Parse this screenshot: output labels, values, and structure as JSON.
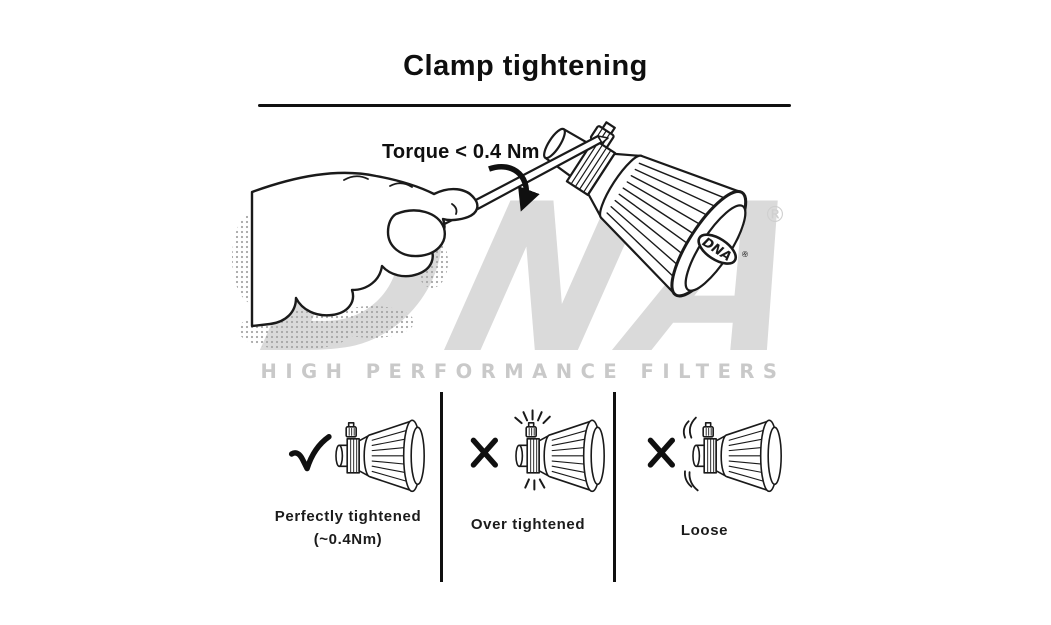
{
  "title": "Clamp tightening",
  "instruction": {
    "torque_label": "Torque < 0.4 Nm"
  },
  "watermark": {
    "logo_text": "DNA",
    "registered": "®",
    "tagline": "HIGH PERFORMANCE FILTERS"
  },
  "filter_cap_logo": {
    "text": "DNA",
    "registered": "®"
  },
  "panels": [
    {
      "mark": "check",
      "label_line1": "Perfectly tightened",
      "label_line2": "(~0.4Nm)"
    },
    {
      "mark": "cross",
      "label_line1": "Over tightened",
      "label_line2": ""
    },
    {
      "mark": "cross",
      "label_line1": "Loose",
      "label_line2": ""
    }
  ],
  "colors": {
    "ink": "#1a1a1a",
    "watermark_gray": "#dadada",
    "tagline_gray": "#c9c9c9",
    "background": "#ffffff"
  }
}
